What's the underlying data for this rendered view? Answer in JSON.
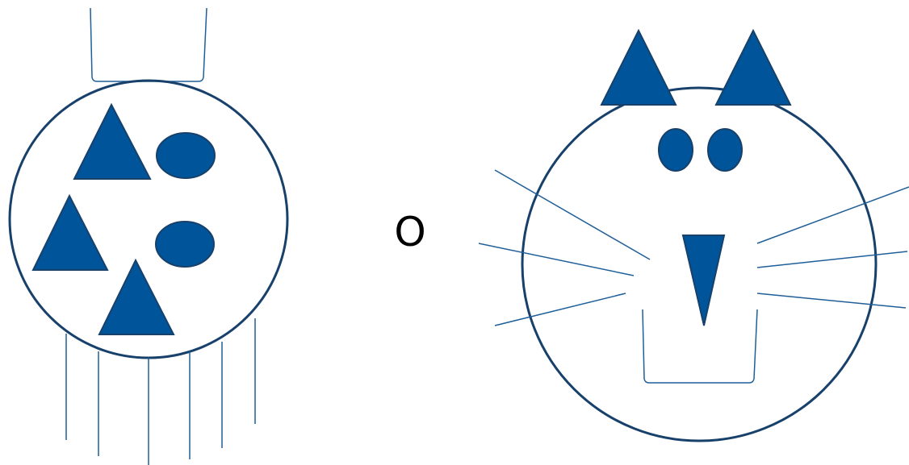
{
  "center_label": "O",
  "colors": {
    "outline": "#17406b",
    "fill": "#00559a",
    "fill_stroke": "#17406b",
    "line": "#1f5f99",
    "text": "#000000"
  },
  "left_figure": {
    "shape": "circle",
    "contents": [
      "triangle",
      "ellipse",
      "triangle",
      "ellipse",
      "triangle"
    ],
    "top_attachment": "u-shape",
    "bottom_lines": 6
  },
  "right_figure": {
    "shape": "cat-face",
    "ears": 2,
    "eyes": 2,
    "nose": "inverted-triangle",
    "whiskers_per_side": 3,
    "mouth": "u-shape"
  }
}
